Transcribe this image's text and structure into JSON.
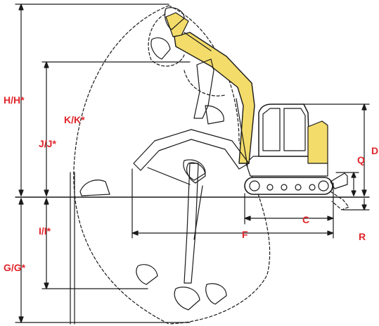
{
  "labels": {
    "H": "H/H*",
    "K": "K/K*",
    "J": "J/J*",
    "I": "I/I*",
    "G": "G/G*",
    "F": "F",
    "C": "C",
    "D": "D",
    "Q": "Q",
    "R": "R"
  },
  "colors": {
    "label": "#e0262b",
    "line": "#1a1a1a",
    "machine": "#f3dc6a",
    "outline": "#222222"
  }
}
